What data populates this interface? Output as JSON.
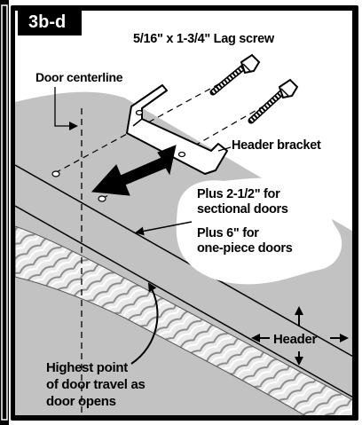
{
  "step": "3b-d",
  "labels": {
    "lag_screw": "5/16\" x 1-3/4\" Lag screw",
    "door_centerline": "Door centerline",
    "header_bracket": "Header bracket",
    "clearance_sectional": [
      "Plus 2-1/2\" for",
      "sectional doors"
    ],
    "clearance_one_piece": [
      "Plus 6\" for",
      "one-piece doors"
    ],
    "header": "Header",
    "highest_point": [
      "Highest point",
      "of door travel as",
      "door opens"
    ]
  },
  "colors": {
    "background": "#ffffff",
    "frame_outer": "#000000",
    "header_surface": "#c2c2c2",
    "spring": "#bdbdbd",
    "tag_fill": "#000000",
    "callout_fill": "#ffffff"
  },
  "icons": {
    "bracket": "header-bracket-illustration",
    "screws": "lag-screw-illustration",
    "direction_arrow": "large-black-arrow",
    "spring": "torsion-spring-illustration",
    "header_arrows": "four-way-arrow-icon"
  }
}
